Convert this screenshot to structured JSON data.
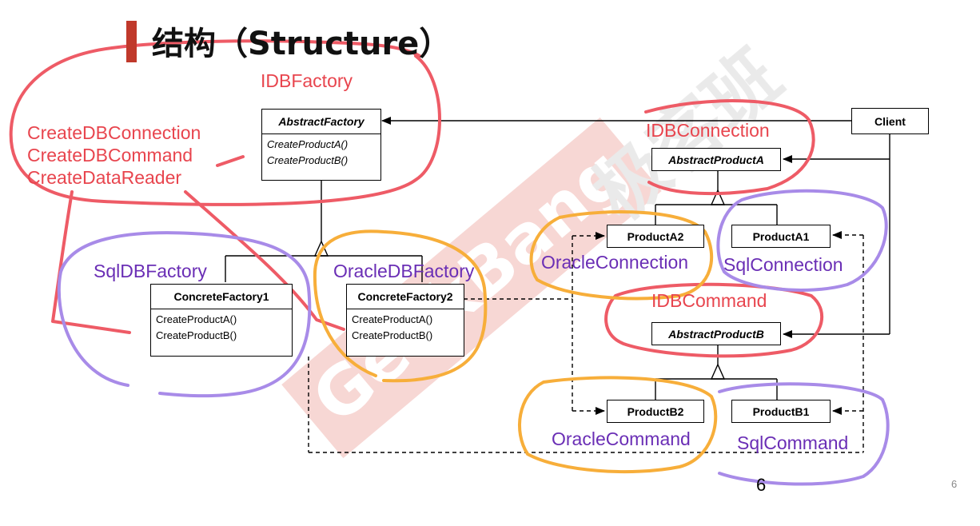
{
  "title": "结构（Structure）",
  "watermark": {
    "latin": "GeekBang",
    "cjk": "极客班"
  },
  "boxes": {
    "abstract_factory": {
      "name": "AbstractFactory",
      "ops": [
        "CreateProductA()",
        "CreateProductB()"
      ]
    },
    "client": {
      "name": "Client"
    },
    "abstract_product_a": {
      "name": "AbstractProductA"
    },
    "product_a2": {
      "name": "ProductA2"
    },
    "product_a1": {
      "name": "ProductA1"
    },
    "concrete_factory1": {
      "name": "ConcreteFactory1",
      "ops": [
        "CreateProductA()",
        "CreateProductB()"
      ]
    },
    "concrete_factory2": {
      "name": "ConcreteFactory2",
      "ops": [
        "CreateProductA()",
        "CreateProductB()"
      ]
    },
    "abstract_product_b": {
      "name": "AbstractProductB"
    },
    "product_b2": {
      "name": "ProductB2"
    },
    "product_b1": {
      "name": "ProductB1"
    }
  },
  "annotations": {
    "idbfactory": "IDBFactory",
    "create_methods": [
      "CreateDBConnection",
      "CreateDBCommand",
      "CreateDataReader"
    ],
    "idbconnection": "IDBConnection",
    "idbcommand": "IDBCommand",
    "sqldbfactory": "SqlDBFactory",
    "oracledbfactory": "OracleDBFactory",
    "oracleconnection": "OracleConnection",
    "sqlconnection": "SqlConnection",
    "oraclecommand": "OracleCommand",
    "sqlcommand": "SqlCommand"
  },
  "colors": {
    "red_ink": "#ee5b66",
    "orange_ink": "#f7ae3a",
    "purple_ink": "#a88be8",
    "red_text": "#e8454e",
    "purple_text": "#6a2eb5"
  },
  "page_number": "6",
  "page_number_small": "6"
}
